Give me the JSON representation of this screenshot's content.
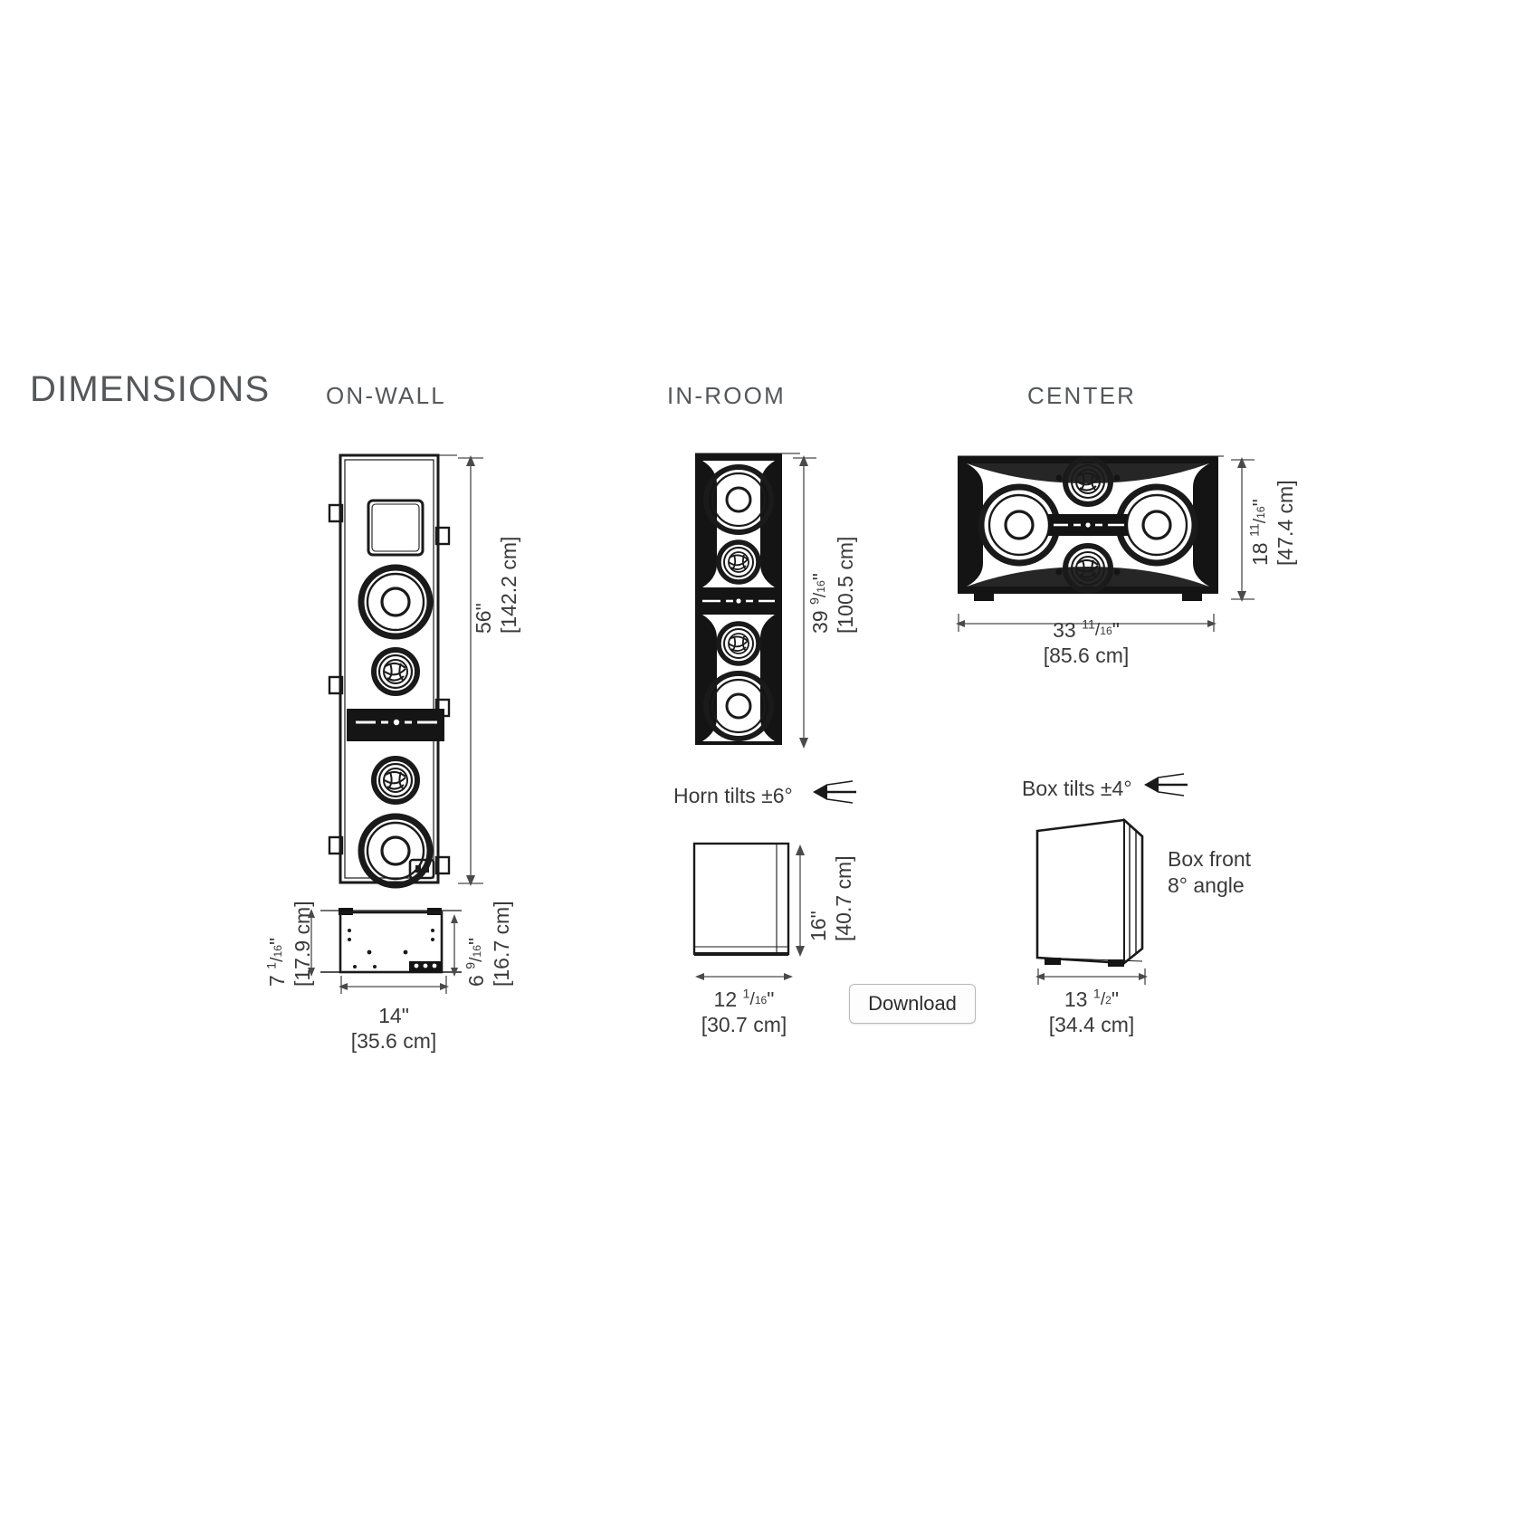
{
  "page": {
    "title": "DIMENSIONS",
    "background": "#ffffff",
    "text_color": "#3c3c3c"
  },
  "columns": [
    {
      "id": "on-wall",
      "label": "ON-WALL"
    },
    {
      "id": "in-room",
      "label": "IN-ROOM"
    },
    {
      "id": "center",
      "label": "CENTER"
    }
  ],
  "on_wall": {
    "height": {
      "value": "56\"",
      "metric": "[142.2 cm]"
    },
    "depth_outer": {
      "whole": "7",
      "num": "1",
      "den": "16",
      "unit": "\"",
      "metric": "[17.9 cm]"
    },
    "depth_inner": {
      "whole": "6",
      "num": "9",
      "den": "16",
      "unit": "\"",
      "metric": "[16.7 cm]"
    },
    "width": {
      "value": "14\"",
      "metric": "[35.6 cm]"
    }
  },
  "in_room": {
    "height": {
      "whole": "39",
      "num": "9",
      "den": "16",
      "unit": "\"",
      "metric": "[100.5 cm]"
    },
    "side_height": {
      "value": "16\"",
      "metric": "[40.7 cm]"
    },
    "side_depth": {
      "whole": "12",
      "num": "1",
      "den": "16",
      "unit": "\"",
      "metric": "[30.7 cm]"
    },
    "note": "Horn tilts ±6°"
  },
  "center": {
    "height": {
      "whole": "18",
      "num": "11",
      "den": "16",
      "unit": "\"",
      "metric": "[47.4 cm]"
    },
    "width": {
      "whole": "33",
      "num": "11",
      "den": "16",
      "unit": "\"",
      "metric": "[85.6 cm]"
    },
    "side_depth": {
      "whole": "13",
      "num": "1",
      "den": "2",
      "unit": "\"",
      "metric": "[34.4 cm]"
    },
    "tilt_note": "Box tilts ±4°",
    "angle_note_line1": "Box front",
    "angle_note_line2": "8° angle"
  },
  "download": {
    "label": "Download"
  }
}
